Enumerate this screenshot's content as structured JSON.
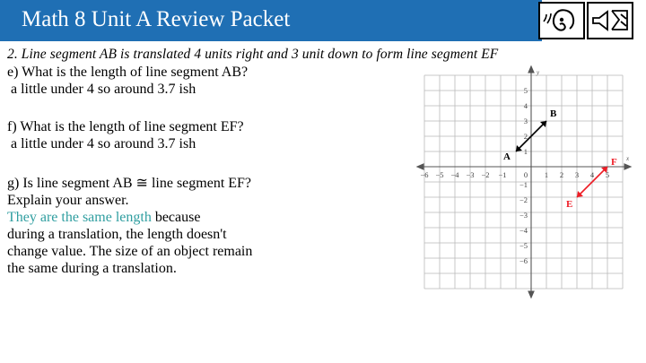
{
  "header": {
    "title": "Math 8 Unit A Review Packet",
    "icons": [
      {
        "name": "audio-icon",
        "label": "audio"
      },
      {
        "name": "video-icon",
        "label": "video"
      }
    ],
    "bar_color": "#1f6fb4"
  },
  "problem": {
    "number_and_stem": "2. Line segment AB is translated 4 units right and 3 unit down to form line segment EF",
    "parts": [
      {
        "label": "e) What is the length of line segment AB?",
        "answer": "a little under 4 so around 3.7 ish"
      },
      {
        "label": "f) What is the length of line segment EF?",
        "answer": "a little under 4 so around 3.7 ish"
      }
    ],
    "part_g": {
      "question": "g) Is line segment AB ≅ line segment EF?",
      "prompt": "Explain your answer.",
      "answer_highlight": "They are the same length",
      "answer_rest": " because",
      "answer_lines": [
        "during a translation, the length doesn't",
        "change value. The size of an object remain",
        "the same during a translation."
      ],
      "highlight_color": "#2f9ea0"
    }
  },
  "chart_data": {
    "type": "scatter",
    "title": "",
    "xlabel": "x",
    "ylabel": "y",
    "xlim": [
      -7,
      6
    ],
    "ylim": [
      -7,
      6
    ],
    "xticks": [
      "-6",
      "-5",
      "-4",
      "-3",
      "-2",
      "-1",
      "0",
      "1",
      "2",
      "3",
      "4",
      "5"
    ],
    "yticks": [
      "5",
      "4",
      "3",
      "2",
      "1",
      "-1",
      "-2",
      "-3",
      "-4",
      "-5",
      "-6"
    ],
    "grid": true,
    "legend": "none",
    "segments": [
      {
        "name": "AB",
        "color": "#000000",
        "point_labels": [
          "A",
          "B"
        ],
        "points": [
          [
            -1,
            1
          ],
          [
            1,
            3
          ]
        ],
        "label_positions": {
          "A": [
            -1.45,
            0.55
          ],
          "B": [
            1.25,
            3.3
          ]
        }
      },
      {
        "name": "EF",
        "color": "#ee1c25",
        "point_labels": [
          "E",
          "F"
        ],
        "points": [
          [
            3,
            -2
          ],
          [
            5,
            0
          ]
        ],
        "label_positions": {
          "E": [
            2.6,
            -2.5
          ],
          "F": [
            5.3,
            0.25
          ]
        }
      }
    ],
    "axis_arrows": true
  }
}
